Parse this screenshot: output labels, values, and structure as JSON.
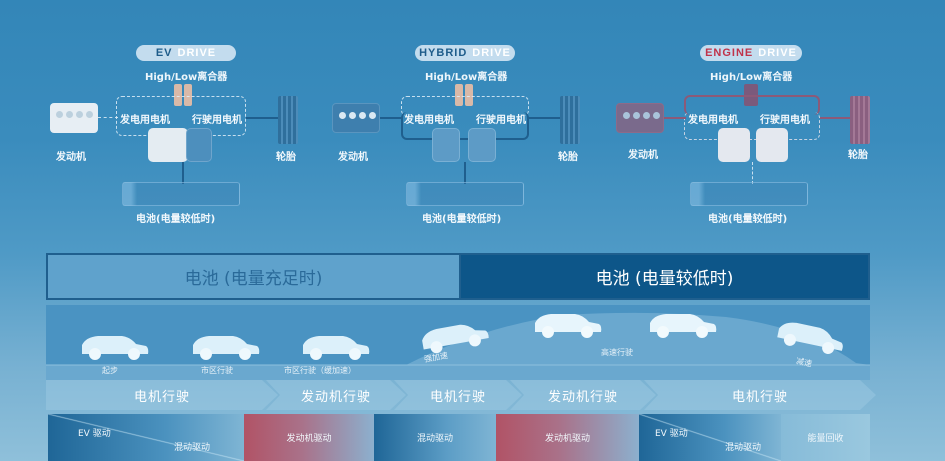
{
  "modes": [
    {
      "id": "ev",
      "badge_word1": "EV",
      "badge_word2": "DRIVE",
      "clutch_label": "High/Low离合器",
      "generator_label": "发电用电机",
      "drive_motor_label": "行驶用电机",
      "engine_label": "发动机",
      "tire_label": "轮胎",
      "battery_label": "电池(电量较低时)"
    },
    {
      "id": "hybrid",
      "badge_word1": "HYBRID",
      "badge_word2": "DRIVE",
      "clutch_label": "High/Low离合器",
      "generator_label": "发电用电机",
      "drive_motor_label": "行驶用电机",
      "engine_label": "发动机",
      "tire_label": "轮胎",
      "battery_label": "电池(电量较低时)"
    },
    {
      "id": "engine",
      "badge_word1": "ENGINE",
      "badge_word2": "DRIVE",
      "clutch_label": "High/Low离合器",
      "generator_label": "发电用电机",
      "drive_motor_label": "行驶用电机",
      "engine_label": "发动机",
      "tire_label": "轮胎",
      "battery_label": "电池(电量较低时)"
    }
  ],
  "battery_state": {
    "full_label": "电池 (电量充足时)",
    "low_label": "电池 (电量较低时)"
  },
  "scenarios": [
    {
      "label": "起步"
    },
    {
      "label": "市区行驶"
    },
    {
      "label": "市区行驶（缓加速）"
    },
    {
      "label": "强加速"
    },
    {
      "label": "高速行驶"
    },
    {
      "label": "减速"
    }
  ],
  "power_source": [
    {
      "label": "电机行驶"
    },
    {
      "label": "发动机行驶"
    },
    {
      "label": "电机行驶"
    },
    {
      "label": "发动机行驶"
    },
    {
      "label": "电机行驶"
    }
  ],
  "drive_modes": [
    {
      "top": "EV 驱动",
      "bottom": "混动驱动"
    },
    {
      "label": "发动机驱动"
    },
    {
      "label": "混动驱动"
    },
    {
      "label": "发动机驱动"
    },
    {
      "top": "EV 驱动",
      "bottom": "混动驱动"
    },
    {
      "label": "能量回收"
    }
  ],
  "colors": {
    "background_top": "#3386b8",
    "background_bottom": "#8fc0da",
    "accent_dark_blue": "#0d5689",
    "engine_red": "#c0334a",
    "badge_bg": "#c3dcee"
  }
}
